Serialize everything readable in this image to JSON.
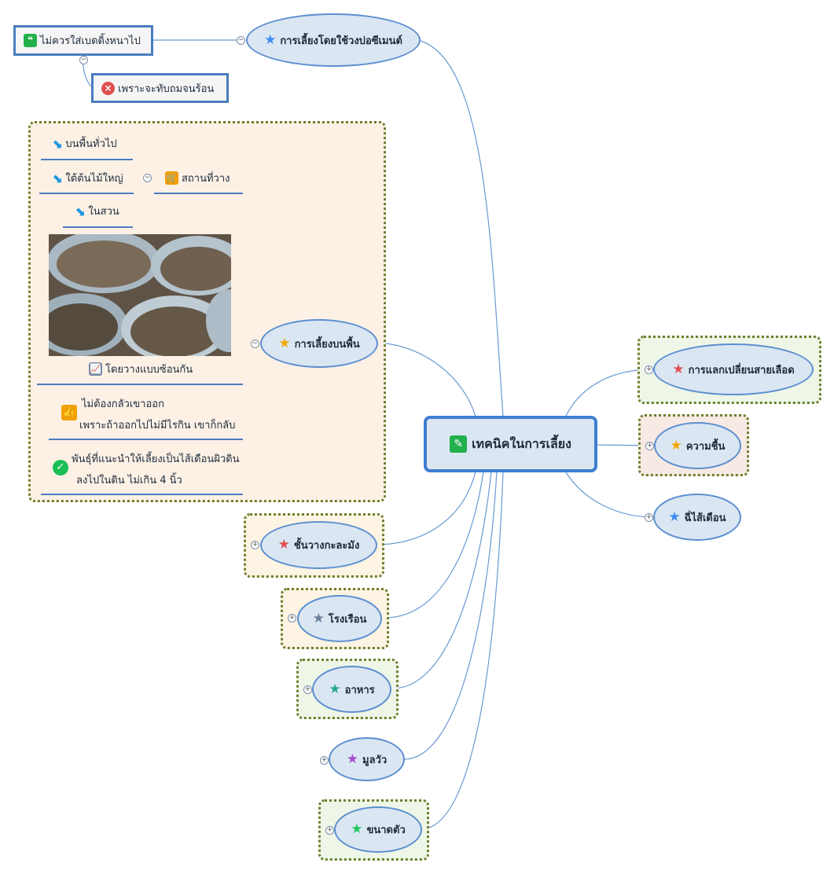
{
  "central": {
    "label": "เทคนิคในการเลี้ยง",
    "icon": "pencil-icon"
  },
  "cement": {
    "label": "การเลี้ยงโดยใช้วงบ่อซีเมนต์",
    "note": "ไม่ควรใส่เบดดิ้งหนาไป",
    "reason": "เพราะจะทับถมจนร้อน"
  },
  "floor": {
    "label": "การเลี้ยงบนพื้น",
    "place_label": "สถานที่วาง",
    "places": [
      "บนพื้นทั่วไป",
      "ใต้ต้นไม้ใหญ่",
      "ในสวน"
    ],
    "image_caption": "โดยวางแบบซ้อนกัน",
    "tip_line1": "ไม่ต้องกลัวเขาออก",
    "tip_line2": "เพราะถ้าออกไปไม่มีไรกิน เขาก็กลับ",
    "breed_line1": "พันธุ์ที่แนะนำให้เลี้ยงเป็นไส้เดือนผิวดิน",
    "breed_line2": "ลงไปในดิน ไม่เกิน 4 นิ้ว"
  },
  "left_topics": [
    "ชั้นวางกะละมัง",
    "โรงเรือน",
    "อาหาร",
    "มูลวัว",
    "ขนาดตัว"
  ],
  "right_topics": [
    "การแลกเปลี่ยนสายเลือด",
    "ความชื้น",
    "ฉี่ไส้เดือน"
  ],
  "colors": {
    "node_fill": "#dbe6f3",
    "node_border": "#5b8fd0",
    "star_red": "#e05050",
    "star_orange": "#f0a800",
    "star_blue": "#3d8ef0",
    "star_gray": "#6b7f98",
    "star_teal": "#2aa88c",
    "star_purple": "#a850d0",
    "star_green": "#22c55e"
  }
}
